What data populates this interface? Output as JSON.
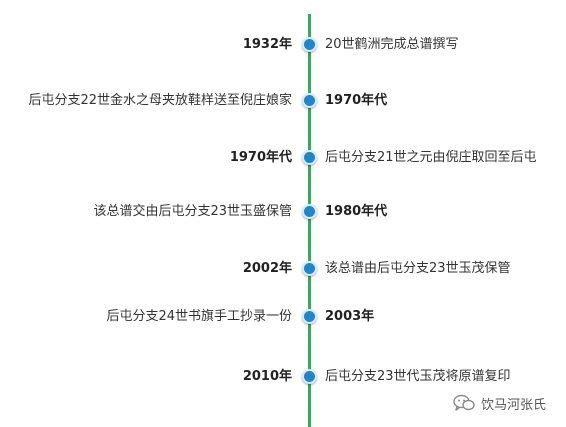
{
  "colors": {
    "axis": "#2fae57",
    "dot": "#1f86c9",
    "text": "#333333"
  },
  "events": [
    {
      "year": "1932年",
      "text": "20世鹤洲完成总谱撰写"
    },
    {
      "year": "1970年代",
      "text": "后屯分支22世金水之母夹放鞋样送至倪庄娘家"
    },
    {
      "year": "1970年代",
      "text": "后屯分支21世之元由倪庄取回至后屯"
    },
    {
      "year": "1980年代",
      "text": "该总谱交由后屯分支23世玉盛保管"
    },
    {
      "year": "2002年",
      "text": "该总谱由后屯分支23世玉茂保管"
    },
    {
      "year": "2003年",
      "text": "后屯分支24世书旗手工抄录一份"
    },
    {
      "year": "2010年",
      "text": "后屯分支23世代玉茂将原谱复印"
    }
  ],
  "watermark": {
    "label": "饮马河张氏",
    "icon": "wechat-icon"
  }
}
